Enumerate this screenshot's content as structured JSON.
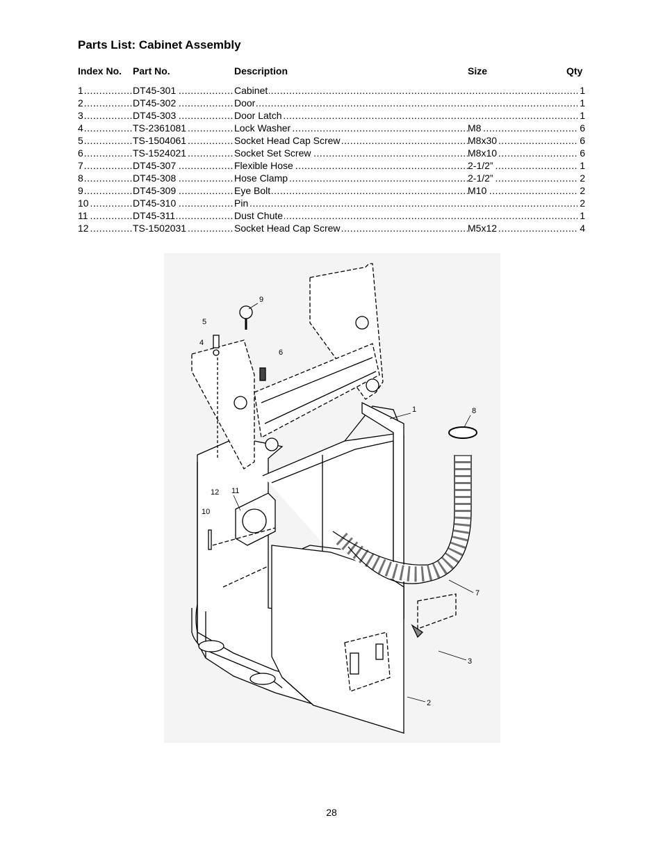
{
  "title": "Parts List: Cabinet Assembly",
  "columns": {
    "index": "Index No.",
    "part": "Part No.",
    "description": "Description",
    "size": "Size",
    "qty": "Qty"
  },
  "rows": [
    {
      "index": "1",
      "part": "DT45-301",
      "description": "Cabinet",
      "size": "",
      "qty": "1"
    },
    {
      "index": "2",
      "part": "DT45-302",
      "description": "Door",
      "size": "",
      "qty": "1"
    },
    {
      "index": "3",
      "part": "DT45-303",
      "description": "Door Latch",
      "size": "",
      "qty": "1"
    },
    {
      "index": "4",
      "part": "TS-2361081",
      "description": "Lock Washer",
      "size": "M8",
      "qty": "6"
    },
    {
      "index": "5",
      "part": "TS-1504061",
      "description": "Socket Head Cap Screw",
      "size": "M8x30",
      "qty": "6"
    },
    {
      "index": "6",
      "part": "TS-1524021",
      "description": "Socket Set Screw",
      "size": "M8x10",
      "qty": "6"
    },
    {
      "index": "7",
      "part": "DT45-307",
      "description": "Flexible Hose",
      "size": "2-1/2”",
      "qty": "1"
    },
    {
      "index": "8",
      "part": "DT45-308",
      "description": "Hose Clamp",
      "size": "2-1/2”",
      "qty": "2"
    },
    {
      "index": "9",
      "part": "DT45-309",
      "description": "Eye Bolt",
      "size": "M10",
      "qty": "2"
    },
    {
      "index": "10",
      "part": "DT45-310",
      "description": "Pin",
      "size": "",
      "qty": "2"
    },
    {
      "index": "11",
      "part": "DT45-311",
      "description": "Dust Chute",
      "size": "",
      "qty": "1"
    },
    {
      "index": "12",
      "part": "TS-1502031",
      "description": "Socket Head Cap Screw",
      "size": "M5x12",
      "qty": "4"
    }
  ],
  "diagram_callouts": [
    "1",
    "2",
    "3",
    "4",
    "5",
    "6",
    "7",
    "8",
    "9",
    "10",
    "11",
    "12"
  ],
  "page_number": "28"
}
